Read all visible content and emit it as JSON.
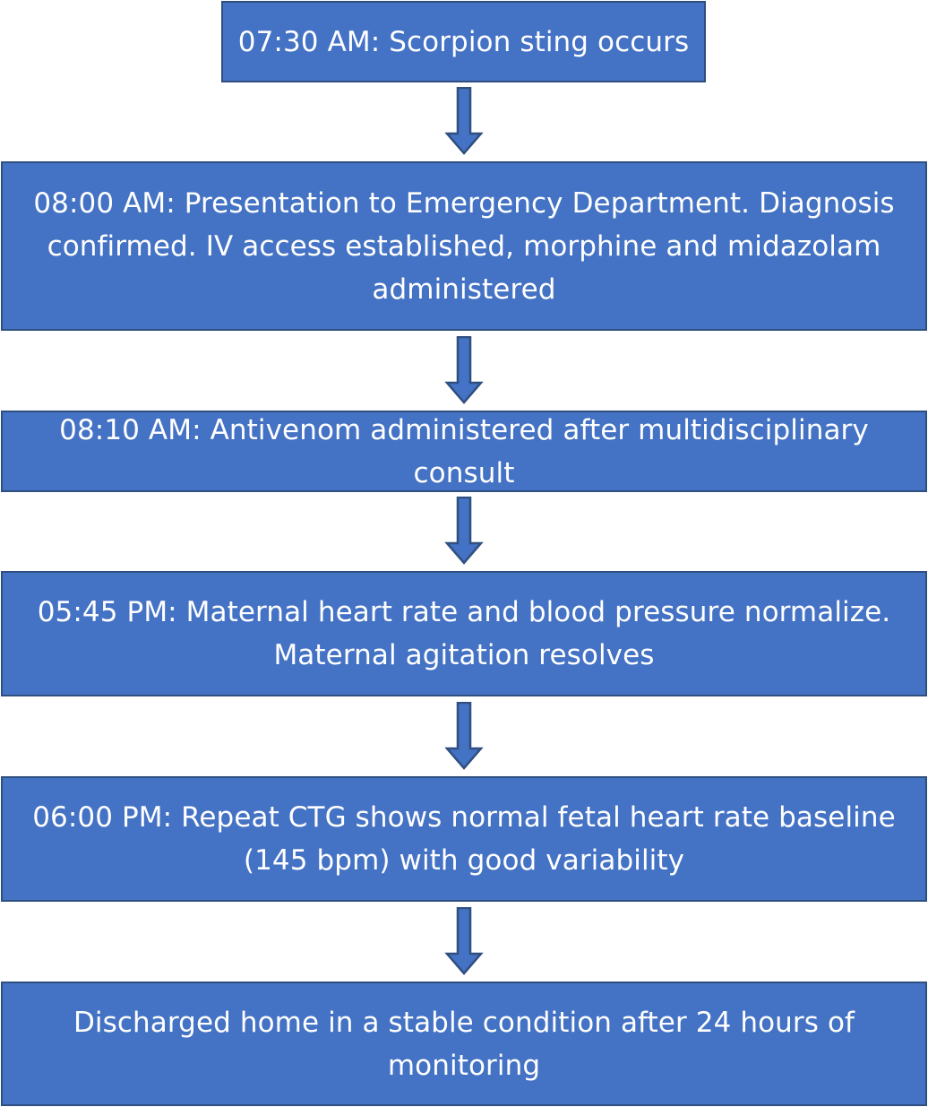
{
  "flowchart": {
    "steps": [
      {
        "text": "07:30 AM: Scorpion sting occurs"
      },
      {
        "text": "08:00 AM: Presentation to Emergency Department. Diagnosis confirmed. IV access established, morphine and midazolam administered"
      },
      {
        "text": "08:10 AM: Antivenom administered after multidisciplinary consult"
      },
      {
        "text": "05:45 PM: Maternal heart rate and blood pressure normalize. Maternal agitation resolves"
      },
      {
        "text": "06:00 PM: Repeat CTG shows normal fetal heart rate baseline (145 bpm) with good variability"
      },
      {
        "text": "Discharged home in a stable condition after 24 hours of monitoring"
      }
    ],
    "colors": {
      "box_fill": "#4472c4",
      "box_border": "#2f4f80",
      "text": "#ffffff",
      "arrow_fill": "#4472c4",
      "arrow_stroke": "#2f4f80"
    }
  }
}
